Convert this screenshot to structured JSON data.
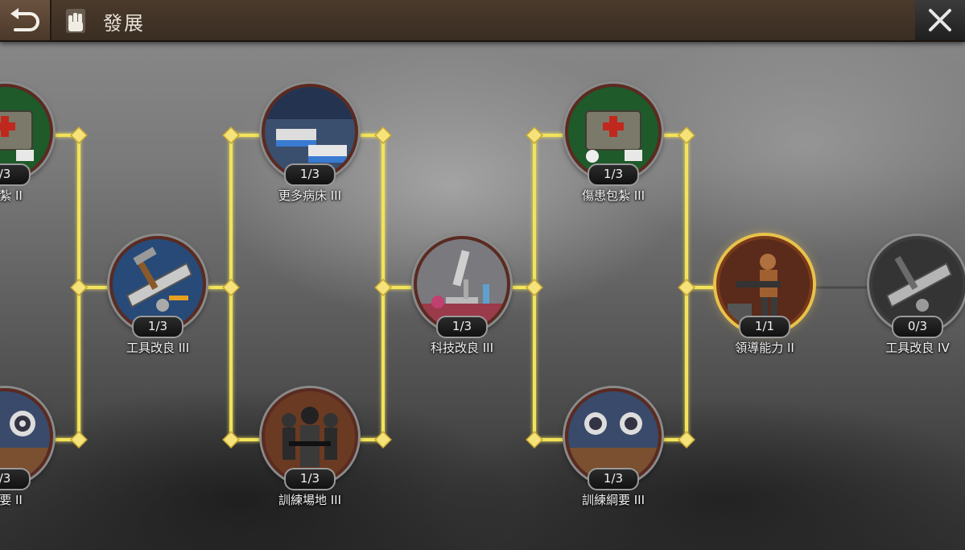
{
  "header": {
    "back_icon": "back-arrow-icon",
    "title_icon": "fist-icon",
    "title": "發展",
    "close_icon": "close-x-icon"
  },
  "nodes": [
    {
      "id": "n1",
      "label": "包紮 II",
      "count": "/3",
      "icon": "first-aid-kit-icon"
    },
    {
      "id": "n2",
      "label": "綱要 II",
      "count": "/3",
      "icon": "training-targets-icon"
    },
    {
      "id": "n3",
      "label": "工具改良 III",
      "count": "1/3",
      "icon": "tools-saw-icon"
    },
    {
      "id": "n4",
      "label": "更多病床 III",
      "count": "1/3",
      "icon": "hospital-beds-icon"
    },
    {
      "id": "n5",
      "label": "訓練場地 III",
      "count": "1/3",
      "icon": "armed-soldiers-icon"
    },
    {
      "id": "n6",
      "label": "科技改良 III",
      "count": "1/3",
      "icon": "microscope-icon"
    },
    {
      "id": "n7",
      "label": "傷患包紮 III",
      "count": "1/3",
      "icon": "first-aid-kit-icon"
    },
    {
      "id": "n8",
      "label": "訓練綱要 III",
      "count": "1/3",
      "icon": "training-targets-icon"
    },
    {
      "id": "n9",
      "label": "領導能力 II",
      "count": "1/1",
      "icon": "leader-gunner-icon"
    },
    {
      "id": "n10",
      "label": "工具改良 IV",
      "count": "0/3",
      "icon": "tools-saw-icon"
    }
  ],
  "colors": {
    "connector": "#e8d24a",
    "topbar": "#3a2d22"
  }
}
